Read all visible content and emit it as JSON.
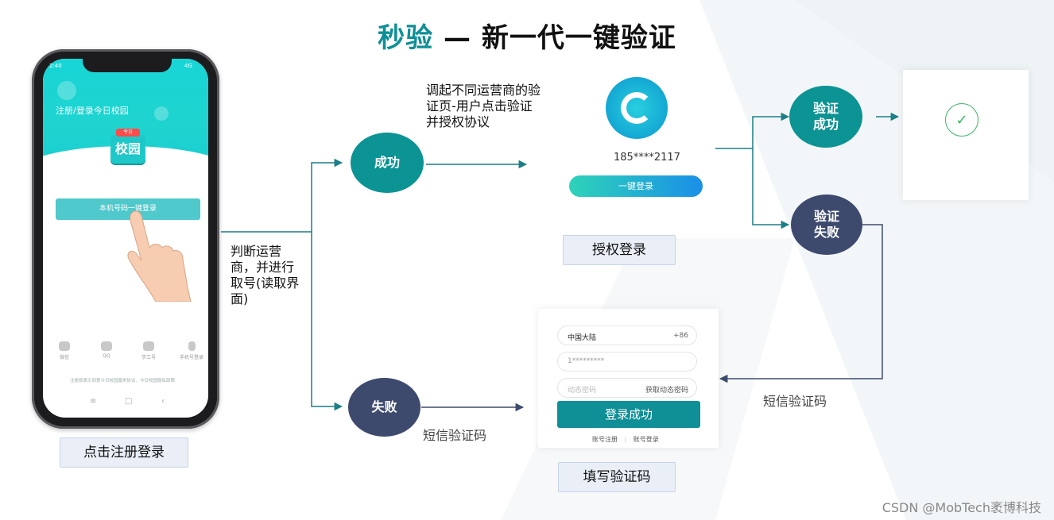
{
  "title": {
    "accent": "秒验",
    "rest": " — 新一代一键验证"
  },
  "phone": {
    "time": "2:40",
    "signal": "4G",
    "header_text": "注册/登录今日校园",
    "logo_tag": "今日",
    "logo_text": "校园",
    "login_button": "本机号码一键登录",
    "social": [
      "微信",
      "QQ",
      "学工号",
      "手机号登录"
    ],
    "agreement": "注册即表示同意今日校园服务协议、今日校园隐私政策",
    "nav": [
      "≡",
      "□",
      "‹"
    ]
  },
  "labels": {
    "click_register": "点击注册登录",
    "auth_login": "授权登录",
    "fill_code": "填写验证码"
  },
  "nodes": {
    "success": "成功",
    "fail": "失败",
    "verify_success_line1": "验证",
    "verify_success_line2": "成功",
    "verify_fail_line1": "验证",
    "verify_fail_line2": "失败"
  },
  "notes": {
    "judge_line1": "判断运营",
    "judge_line2": "商，并进行",
    "judge_line3": "取号(读取界",
    "judge_line4": "面)",
    "invoke_line1": "调起不同运营商的验",
    "invoke_line2": "证页-用户点击验证",
    "invoke_line3": "并授权协议",
    "sms_left": "短信验证码",
    "sms_right": "短信验证码"
  },
  "auth_page": {
    "phone_masked": "185****2117",
    "onekey_button": "一键登录"
  },
  "sms_page": {
    "region": "中国大陆",
    "code": "+86",
    "phone_value": "1*********",
    "code_placeholder": "动态密码",
    "get_code": "获取动态密码",
    "submit": "登录成功",
    "link_register": "账号注册",
    "link_login": "账号登录"
  },
  "watermark": "CSDN @MobTech袤博科技"
}
